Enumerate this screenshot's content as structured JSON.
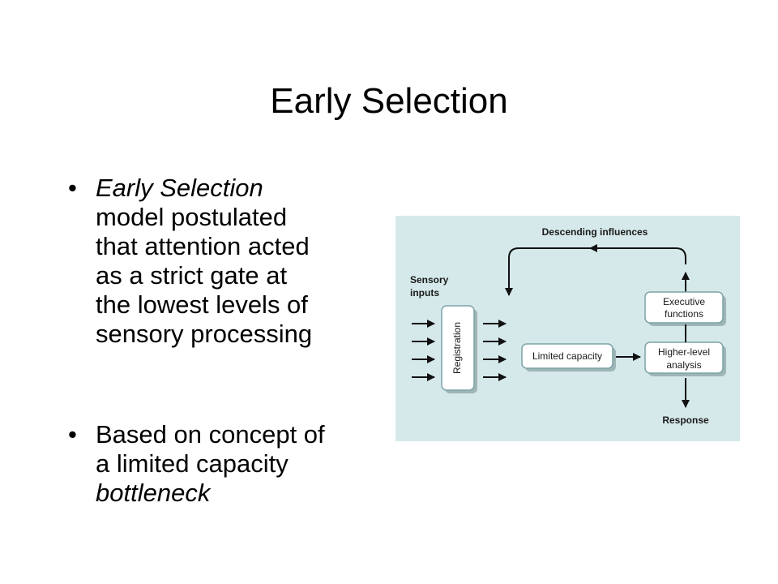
{
  "slide": {
    "title": "Early Selection",
    "bullets": [
      {
        "dot": "•",
        "lines": [
          {
            "parts": [
              {
                "text": "Early Selection",
                "italic": true
              }
            ]
          },
          {
            "parts": [
              {
                "text": "model postulated",
                "italic": false
              }
            ]
          },
          {
            "parts": [
              {
                "text": "that attention acted",
                "italic": false
              }
            ]
          },
          {
            "parts": [
              {
                "text": "as a strict gate at",
                "italic": false
              }
            ]
          },
          {
            "parts": [
              {
                "text": "the lowest levels of",
                "italic": false
              }
            ]
          },
          {
            "parts": [
              {
                "text": "sensory processing",
                "italic": false
              }
            ]
          }
        ]
      },
      {
        "dot": "•",
        "lines": [
          {
            "parts": [
              {
                "text": "Based on concept of",
                "italic": false
              }
            ]
          },
          {
            "parts": [
              {
                "text": "a limited capacity",
                "italic": false
              }
            ]
          },
          {
            "parts": [
              {
                "text": "bottleneck",
                "italic": true
              }
            ]
          }
        ]
      }
    ]
  },
  "diagram": {
    "descending_label": "Descending influences",
    "sensory_label_line1": "Sensory",
    "sensory_label_line2": "inputs",
    "registration_label": "Registration",
    "limited_capacity_label": "Limited capacity",
    "executive_line1": "Executive",
    "executive_line2": "functions",
    "higher_line1": "Higher-level",
    "higher_line2": "analysis",
    "response_label": "Response",
    "colors": {
      "background": "#d6e9ea",
      "box_fill": "#ffffff",
      "box_border": "#7aa3a6",
      "arrow": "#111111"
    }
  }
}
